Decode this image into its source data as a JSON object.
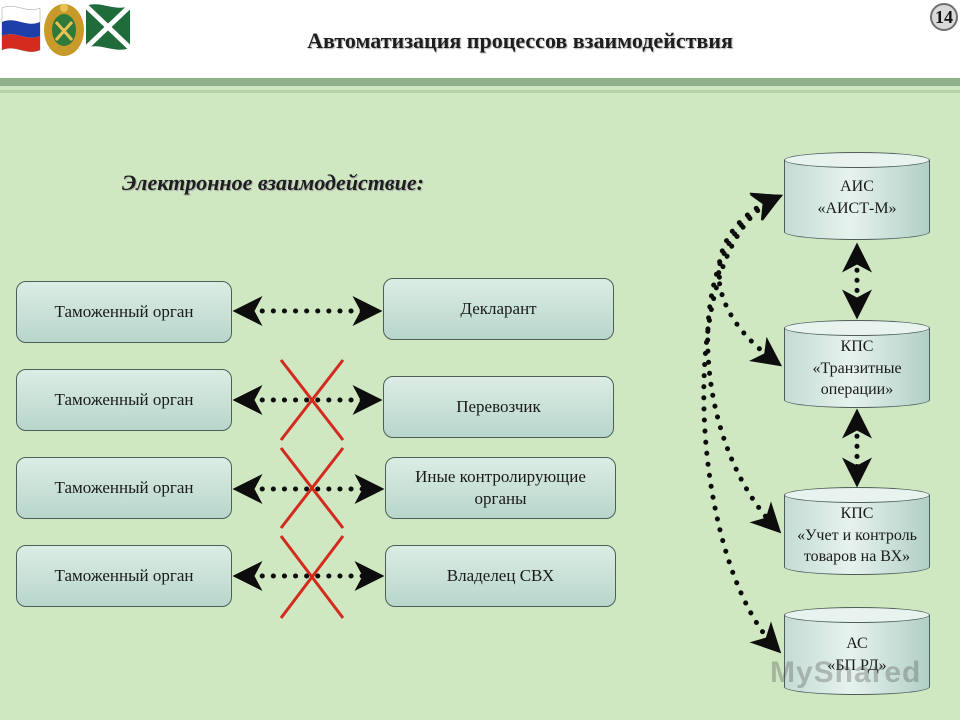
{
  "header": {
    "title": "Автоматизация процессов взаимодействия",
    "slide_number": "14"
  },
  "subtitle": "Электронное взаимодействие:",
  "left_boxes": [
    {
      "label": "Таможенный орган"
    },
    {
      "label": "Таможенный орган"
    },
    {
      "label": "Таможенный орган"
    },
    {
      "label": "Таможенный орган"
    }
  ],
  "right_boxes": [
    {
      "label": "Декларант",
      "crossed": false
    },
    {
      "label": "Перевозчик",
      "crossed": true
    },
    {
      "label": "Иные контролирующие органы",
      "crossed": true
    },
    {
      "label": "Владелец СВХ",
      "crossed": true
    }
  ],
  "systems": [
    {
      "line1": "АИС",
      "line2": "«АИСТ-М»",
      "line3": ""
    },
    {
      "line1": "КПС",
      "line2": "«Транзитные",
      "line3": "операции»"
    },
    {
      "line1": "КПС",
      "line2": "«Учет и контроль",
      "line3": "товаров на ВХ»"
    },
    {
      "line1": "АС",
      "line2": "«БП РД»",
      "line3": ""
    }
  ],
  "watermark": "MyShared",
  "colors": {
    "background": "#cfe8c2",
    "header_bar": "#8fb18a",
    "cross": "#d42a1d",
    "arrow": "#0d0d0d"
  }
}
